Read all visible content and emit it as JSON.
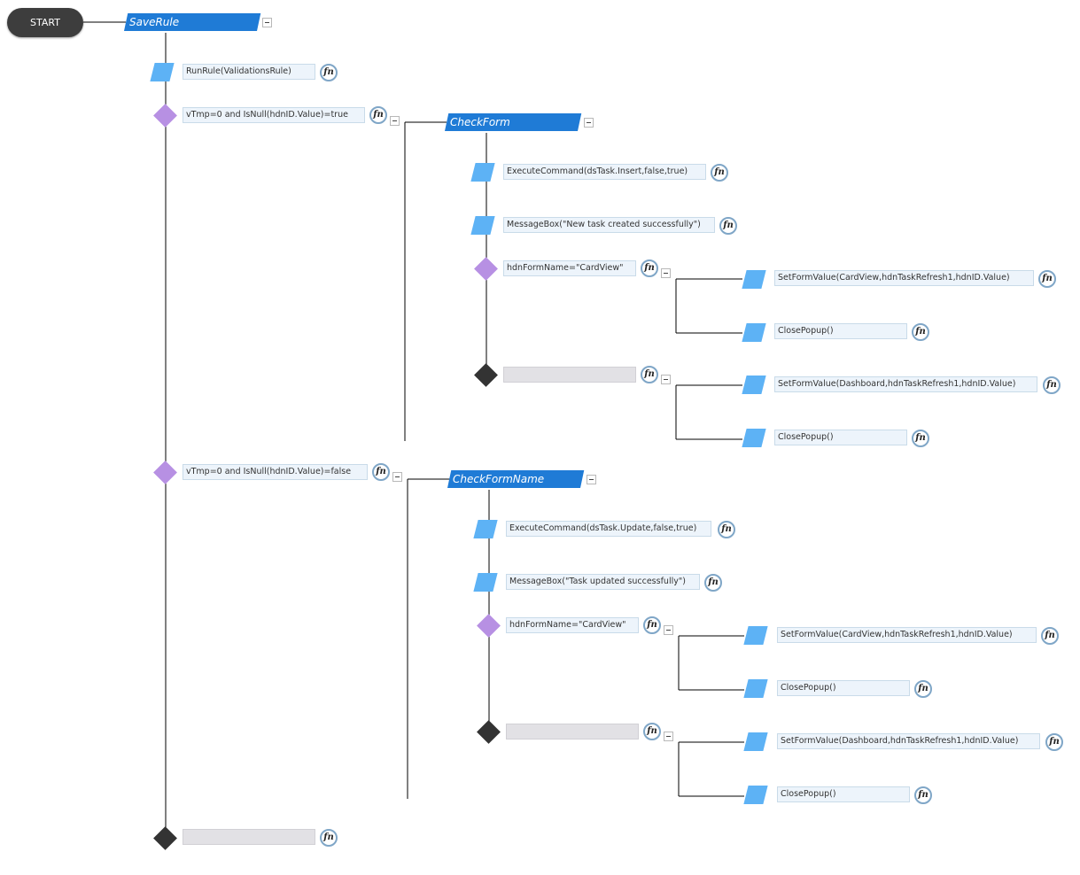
{
  "start_label": "START",
  "rules": {
    "save_rule": "SaveRule",
    "check_form": "CheckForm",
    "check_form_name": "CheckFormName"
  },
  "steps": {
    "run_rule": "RunRule(ValidationsRule)",
    "cond_true": "vTmp=0 and IsNull(hdnID.Value)=true",
    "cond_false": "vTmp=0 and IsNull(hdnID.Value)=false",
    "exec_insert": "ExecuteCommand(dsTask.Insert,false,true)",
    "msg_created": "MessageBox(\"New task created successfully\")",
    "cond_cardview_1": "hdnFormName=\"CardView\"",
    "set_cardview_1": "SetFormValue(CardView,hdnTaskRefresh1,hdnID.Value)",
    "close_popup_1": "ClosePopup()",
    "set_dashboard_1": "SetFormValue(Dashboard,hdnTaskRefresh1,hdnID.Value)",
    "close_popup_2": "ClosePopup()",
    "exec_update": "ExecuteCommand(dsTask.Update,false,true)",
    "msg_updated": "MessageBox(\"Task updated successfully\")",
    "cond_cardview_2": "hdnFormName=\"CardView\"",
    "set_cardview_2": "SetFormValue(CardView,hdnTaskRefresh1,hdnID.Value)",
    "close_popup_3": "ClosePopup()",
    "set_dashboard_2": "SetFormValue(Dashboard,hdnTaskRefresh1,hdnID.Value)",
    "close_popup_4": "ClosePopup()"
  },
  "fn_label": "fn",
  "colors": {
    "rule_header": "#1f7bd6",
    "action_shape": "#5db2f5",
    "condition_diamond": "#b790e3",
    "else_diamond": "#333333",
    "start_node": "#3d3d3d"
  },
  "icons": [
    "collapse-icon",
    "function-icon"
  ]
}
